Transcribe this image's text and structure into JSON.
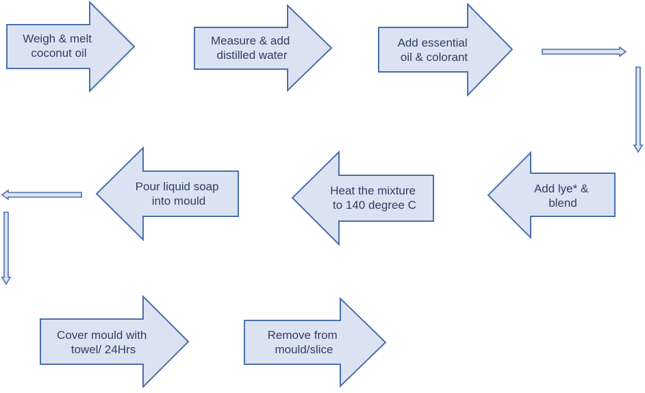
{
  "diagram": {
    "steps": [
      {
        "line1": "Weigh & melt",
        "line2": "coconut oil"
      },
      {
        "line1": "Measure & add",
        "line2": "distilled water"
      },
      {
        "line1": "Add essential",
        "line2": "oil & colorant"
      },
      {
        "line1": "Add lye* &",
        "line2": "blend"
      },
      {
        "line1": "Heat the mixture",
        "line2": "to 140 degree C"
      },
      {
        "line1": "Pour liquid soap",
        "line2": "into mould"
      },
      {
        "line1": "Cover mould with",
        "line2": "towel/ 24Hrs"
      },
      {
        "line1": "Remove from",
        "line2": "mould/slice"
      }
    ],
    "colors": {
      "fill": "#dbe3f3",
      "stroke": "#4a6ea9",
      "text": "#2f3f5f"
    }
  }
}
